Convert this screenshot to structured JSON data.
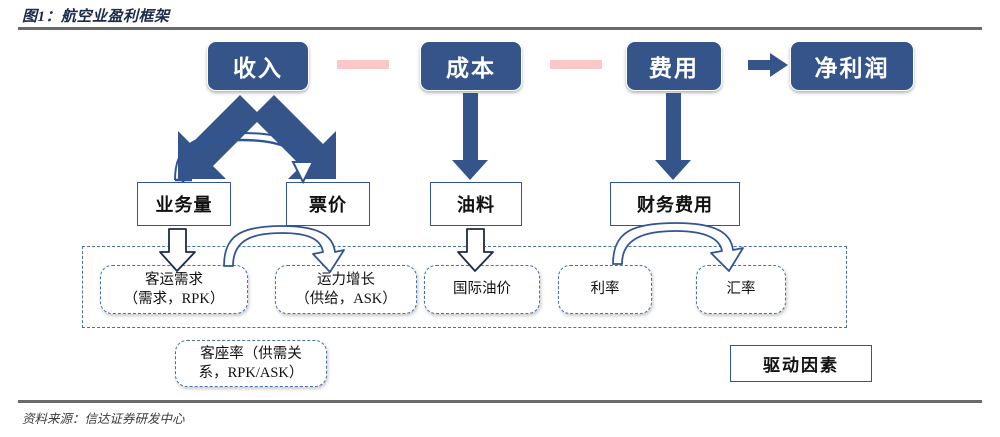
{
  "header": {
    "figure_label": "图1：航空业盈利框架"
  },
  "footer": {
    "source": "资料来源：信达证券研发中心"
  },
  "colors": {
    "navy_fill": "#34548a",
    "navy_border": "#2f5597",
    "minus_pink": "#fbc7c7",
    "dashed_blue": "#4472a8",
    "rule_gray": "#6a6a6a",
    "title_navy": "#1b2b4b"
  },
  "formula_row": {
    "items": [
      {
        "id": "revenue",
        "label": "收入",
        "type": "navy-box"
      },
      {
        "id": "op-minus-1",
        "label": "−",
        "type": "minus-operator"
      },
      {
        "id": "cost",
        "label": "成本",
        "type": "navy-box"
      },
      {
        "id": "op-minus-2",
        "label": "−",
        "type": "minus-operator"
      },
      {
        "id": "expense",
        "label": "费用",
        "type": "navy-box"
      },
      {
        "id": "op-equals",
        "label": "→",
        "type": "arrow-operator"
      },
      {
        "id": "net-profit",
        "label": "净利润",
        "type": "navy-box"
      }
    ]
  },
  "component_row": {
    "items": [
      {
        "id": "volume",
        "label": "业务量"
      },
      {
        "id": "ticket-price",
        "label": "票价"
      },
      {
        "id": "fuel",
        "label": "油料"
      },
      {
        "id": "finance-expense",
        "label": "财务费用"
      }
    ]
  },
  "driver_row": {
    "items": [
      {
        "id": "passenger-demand",
        "line1": "客运需求",
        "line2": "（需求，RPK）"
      },
      {
        "id": "capacity-growth",
        "line1": "运力增长",
        "line2": "（供给，ASK）"
      },
      {
        "id": "intl-oil-price",
        "line1": "国际油价",
        "line2": ""
      },
      {
        "id": "interest-rate",
        "line1": "利率",
        "line2": ""
      },
      {
        "id": "exchange-rate",
        "line1": "汇率",
        "line2": ""
      }
    ]
  },
  "load_factor": {
    "id": "load-factor",
    "line1": "客座率（供需关",
    "line2": "系，RPK/ASK）"
  },
  "legend": {
    "label": "驱动因素"
  },
  "chart_data": {
    "type": "diagram",
    "title": "图1：航空业盈利框架",
    "equation": "收入 − 成本 − 费用 → 净利润",
    "levels": [
      {
        "name": "profit-equation",
        "nodes": [
          "收入",
          "成本",
          "费用",
          "净利润"
        ]
      },
      {
        "name": "components",
        "nodes": [
          "业务量",
          "票价",
          "油料",
          "财务费用"
        ]
      },
      {
        "name": "drivers",
        "nodes": [
          "客运需求（需求，RPK）",
          "运力增长（供给，ASK）",
          "国际油价",
          "利率",
          "汇率"
        ]
      },
      {
        "name": "derived",
        "nodes": [
          "客座率（供需关系，RPK/ASK）"
        ]
      }
    ],
    "edges": [
      {
        "from": "收入",
        "to": "业务量",
        "style": "solid-thick"
      },
      {
        "from": "收入",
        "to": "票价",
        "style": "solid-thick"
      },
      {
        "from": "业务量",
        "to": "票价",
        "style": "curved-solid"
      },
      {
        "from": "成本",
        "to": "油料",
        "style": "solid-thick"
      },
      {
        "from": "费用",
        "to": "财务费用",
        "style": "solid-thick"
      },
      {
        "from": "业务量",
        "to": "客运需求（需求，RPK）",
        "style": "hollow"
      },
      {
        "from": "票价",
        "to": "运力增长（供给，ASK）",
        "style": "curved-hollow"
      },
      {
        "from": "油料",
        "to": "国际油价",
        "style": "hollow"
      },
      {
        "from": "财务费用",
        "to": "汇率",
        "style": "curved-hollow"
      },
      {
        "from": "利率",
        "to": "汇率",
        "style": "curved-hollow"
      }
    ]
  }
}
